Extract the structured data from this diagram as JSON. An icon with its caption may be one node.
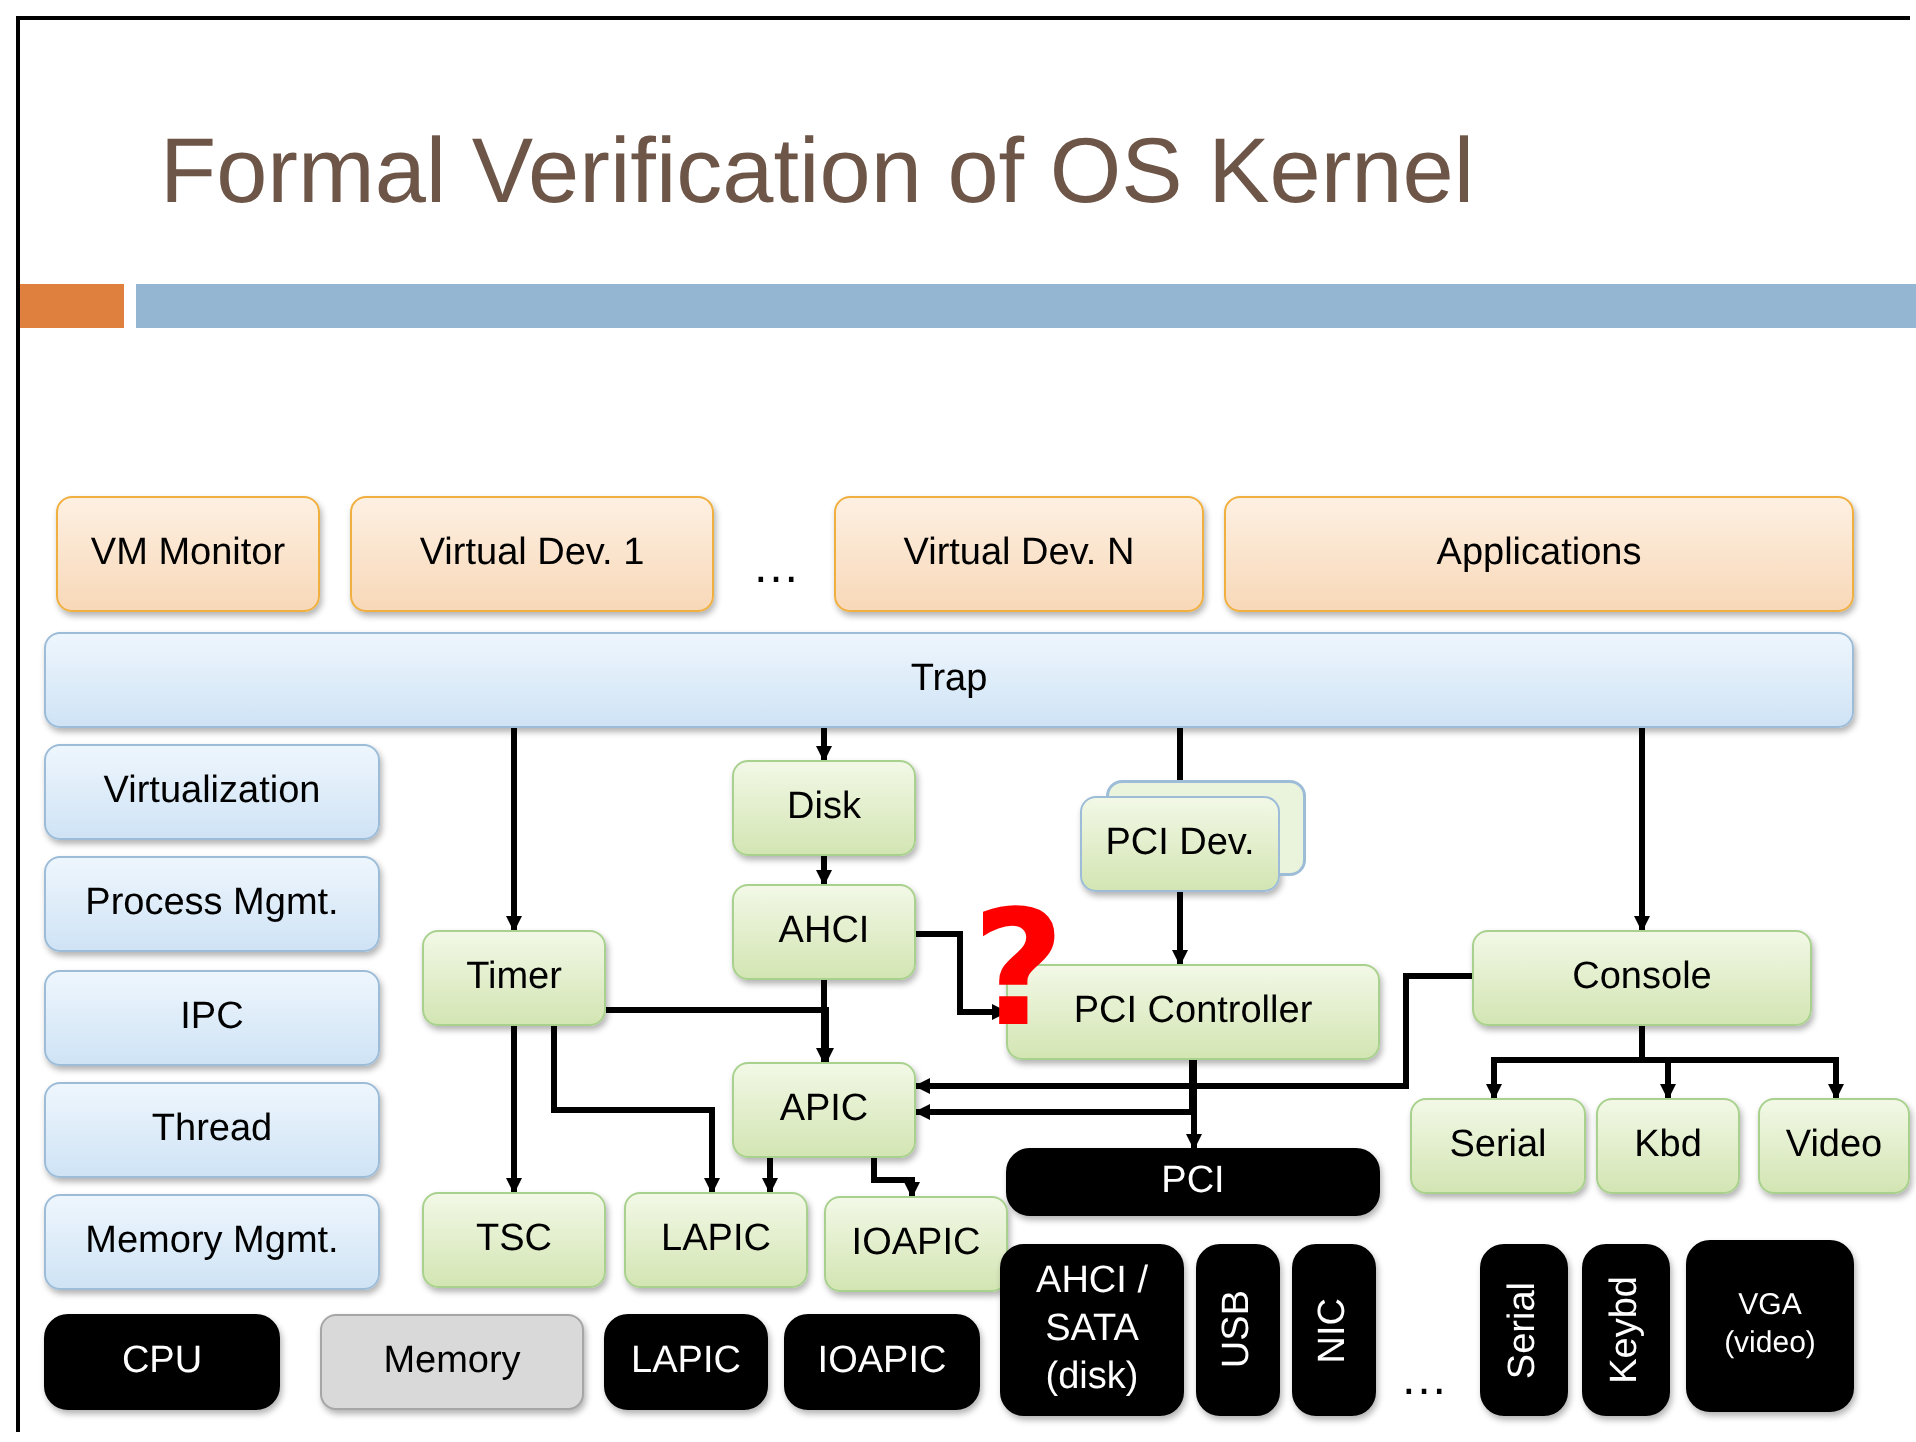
{
  "diagram": {
    "title": "Formal Verification of OS Kernel",
    "nodes": [
      {
        "text": [
          "VM Monitor"
        ]
      },
      {
        "text": [
          "Virtual Dev. 1"
        ]
      },
      {
        "text": [
          "Virtual Dev. N"
        ]
      },
      {
        "text": [
          "Applications"
        ]
      },
      {
        "text": [
          "Trap"
        ]
      },
      {
        "text": [
          "Virtualization"
        ]
      },
      {
        "text": [
          "Process Mgmt."
        ]
      },
      {
        "text": [
          "IPC"
        ]
      },
      {
        "text": [
          "Thread"
        ]
      },
      {
        "text": [
          "Memory Mgmt."
        ]
      },
      {
        "text": [
          "Disk"
        ]
      },
      {
        "text": [
          "PCI Dev."
        ]
      },
      {
        "text": [
          "AHCI"
        ]
      },
      {
        "text": [
          "Timer"
        ]
      },
      {
        "text": [
          "PCI Controller"
        ]
      },
      {
        "text": [
          "Console"
        ]
      },
      {
        "text": [
          "APIC"
        ]
      },
      {
        "text": [
          "Serial"
        ]
      },
      {
        "text": [
          "Kbd"
        ]
      },
      {
        "text": [
          "Video"
        ]
      },
      {
        "text": [
          "PCI"
        ]
      },
      {
        "text": [
          "TSC"
        ]
      },
      {
        "text": [
          "LAPIC"
        ]
      },
      {
        "text": [
          "IOAPIC"
        ]
      },
      {
        "text": [
          "AHCI / SATA (disk)"
        ]
      },
      {
        "text": [
          "USB"
        ]
      },
      {
        "text": [
          "NIC"
        ]
      },
      {
        "text": [
          "Serial"
        ]
      },
      {
        "text": [
          "Keybd"
        ]
      },
      {
        "text": [
          "VGA (video)"
        ]
      },
      {
        "text": [
          "CPU"
        ]
      },
      {
        "text": [
          "Memory"
        ]
      },
      {
        "text": [
          "LAPIC"
        ]
      },
      {
        "text": [
          "IOAPIC"
        ]
      }
    ],
    "edges": [
      {
        "from": 4,
        "to": 13,
        "arrow": "to"
      },
      {
        "from": 4,
        "to": 10,
        "arrow": "to"
      },
      {
        "from": 4,
        "to": 11,
        "arrow": "to"
      },
      {
        "from": 4,
        "to": 15,
        "arrow": "to"
      },
      {
        "from": 10,
        "to": 12,
        "arrow": "to"
      },
      {
        "from": 12,
        "to": 14,
        "arrow": "to"
      },
      {
        "from": 12,
        "to": 16,
        "arrow": "to"
      },
      {
        "from": 11,
        "to": 14,
        "arrow": "to"
      },
      {
        "from": 13,
        "to": 16,
        "arrow": "to"
      },
      {
        "from": 13,
        "to": 21,
        "arrow": "to"
      },
      {
        "from": 13,
        "to": 22,
        "arrow": "to"
      },
      {
        "from": 15,
        "to": 16,
        "arrow": "to"
      },
      {
        "from": 14,
        "to": 16,
        "arrow": "to"
      },
      {
        "from": 14,
        "to": 20,
        "arrow": "to"
      },
      {
        "from": 15,
        "to": 17,
        "arrow": "to"
      },
      {
        "from": 15,
        "to": 18,
        "arrow": "to"
      },
      {
        "from": 15,
        "to": 19,
        "arrow": "to"
      },
      {
        "from": 16,
        "to": 22,
        "arrow": "to"
      },
      {
        "from": 16,
        "to": 23,
        "arrow": "to"
      }
    ],
    "labels": [
      "…",
      "?",
      "…"
    ]
  }
}
